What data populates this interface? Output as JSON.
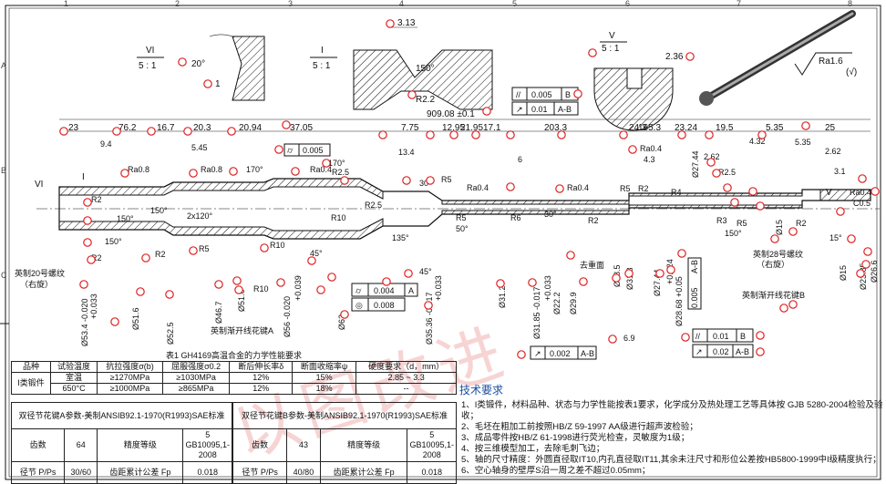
{
  "grid": {
    "columns": [
      "1",
      "2",
      "3",
      "4",
      "5",
      "6",
      "7",
      "8"
    ],
    "rows": [
      "A",
      "B",
      "C"
    ]
  },
  "views": [
    {
      "id": "VI",
      "label": "VI",
      "scale": "5 : 1"
    },
    {
      "id": "I",
      "label": "I",
      "scale": "5 : 1"
    },
    {
      "id": "V",
      "label": "V",
      "scale": "5 : 1"
    }
  ],
  "view_details": {
    "vi_angle": "20°",
    "vi_dim": "1",
    "i_width": "3.13",
    "i_angle": "150°",
    "i_radius": "R2.2",
    "v_dim": "2.36",
    "overall_length": "909.08 ±0.1"
  },
  "roughness": "Ra1.6",
  "tolerance_frames": [
    {
      "symbol": "//",
      "value": "0.005",
      "datum": "B"
    },
    {
      "symbol": "↗",
      "value": "0.01",
      "datum": "A-B"
    },
    {
      "symbol": "⌭",
      "value": "0.005",
      "datum": ""
    },
    {
      "symbol": "⌭",
      "value": "0.004",
      "datum": "A"
    },
    {
      "symbol": "◎",
      "value": "0.008",
      "datum": ""
    },
    {
      "symbol": "↗",
      "value": "0.002",
      "datum": "A-B"
    },
    {
      "symbol": "//",
      "value": "0.01",
      "datum": "B"
    },
    {
      "symbol": "↗",
      "value": "0.02",
      "datum": "A-B"
    },
    {
      "symbol": "◎",
      "value": "0.005",
      "datum": "A-B"
    }
  ],
  "top_dims": [
    "23",
    "76.2",
    "16.7",
    "20.3",
    "20.94",
    "37.05",
    "7.75",
    "12.95",
    "21.95",
    "17.1",
    "203.3",
    "24.3",
    "165.3",
    "23.24",
    "19.5",
    "5.35",
    "25"
  ],
  "second_dims": [
    "9.4",
    "5.45",
    "13.4",
    "6",
    "4.32",
    "5.35",
    "2.62",
    "2.62",
    "3.1",
    "4.3"
  ],
  "part_labels": {
    "r10": "R10",
    "r5": "R5",
    "r2": "R2",
    "r2_5": "R2.5",
    "r6": "R6",
    "r3": "R3",
    "r4": "R4",
    "r0_4": "Ra0.4",
    "r0_8": "Ra0.8",
    "a150": "150°",
    "a2x120": "2x120°",
    "a170": "170°",
    "a135": "135°",
    "a45": "45°",
    "a30": "30°",
    "a50": "50°",
    "a15": "15°",
    "vi_mark": "VI",
    "i_mark": "I",
    "v_mark": "V",
    "thread20": "英制20号螺纹",
    "thread20_dir": "（右旋）",
    "thread28": "英制28号螺纹",
    "thread28_dir": "（右旋）",
    "splineA": "英制渐开线花键A",
    "splineB": "英制渐开线花键B",
    "end_face": "去重面",
    "chamfer": "C0.5",
    "len_69": "6.9",
    "dia1": "Ø53.4 -0.020",
    "dia1_tol": "+0.033",
    "dia2": "Ø51.6",
    "dia3": "Ø52.5",
    "dia4": "Ø46.7",
    "dia5": "Ø51.6",
    "dia6": "Ø56 -0.020",
    "dia6_tol": "+0.039",
    "dia7": "Ø62",
    "dia8": "Ø35.36 -0.017",
    "dia8_tol": "+0.033",
    "dia9": "Ø31.2",
    "dia10": "Ø31.85 -0.017",
    "dia10_tol": "+0.033",
    "dia11": "Ø22.2",
    "dia12": "Ø29.9",
    "dia13": "Ø28.5",
    "dia14": "Ø31.8",
    "dia15": "Ø27.44",
    "dia16": "Ø27.44",
    "dia17": "Ø28.68 +0.05",
    "dia17_tol": "+0.024",
    "dia18": "Ø15",
    "dia19": "Ø23.85",
    "dia20": "Ø26.6",
    "dia21": "Ø15"
  },
  "material_table": {
    "title": "表1 GH4169高温合金的力学性能要求",
    "headers": [
      "品种",
      "试验温度",
      "抗拉强度σ(b)",
      "屈服强度σ0.2",
      "断后伸长率δ",
      "断面收缩率ψ",
      "硬度要求（d，mm）"
    ],
    "category": "I类锻件",
    "rows": [
      [
        "室温",
        "≥1270MPa",
        "≥1030MPa",
        "12%",
        "15%",
        "2.85 ~ 3.3"
      ],
      [
        "650°C",
        "≥1000MPa",
        "≥865MPa",
        "12%",
        "18%",
        "--"
      ]
    ]
  },
  "spline_tables": [
    {
      "title": "双径节花键A参数-美制ANSIB92.1-1970(R1993)SAE标准",
      "rows": [
        [
          "齿数",
          "64",
          "精度等级",
          "5 GB10095,1-2008"
        ],
        [
          "径节 P/Ps",
          "30/60",
          "齿距累计公差 Fp",
          "0.018"
        ]
      ]
    },
    {
      "title": "双径节花键B参数-美制ANSIB92.1-1970(R1993)SAE标准",
      "rows": [
        [
          "齿数",
          "43",
          "精度等级",
          "5 GB10095,1-2008"
        ],
        [
          "径节 P/Ps",
          "40/80",
          "齿距累计公差 Fp",
          "0.018"
        ]
      ]
    }
  ],
  "notes": {
    "heading": "技术要求",
    "items": [
      "1、I类锻件，材料品种、状态与力学性能按表1要求，化学成分及热处理工艺等具体按 GJB 5280-2004检验及验收；",
      "2、毛坯在粗加工前按照HB/Z 59-1997 AA级进行超声波检验；",
      "3、成品零件按HB/Z 61-1998进行荧光检查，灵敏度为1级；",
      "4、按三维模型加工，去除毛刺飞边；",
      "5、轴的尺寸精度：外圆直径取IT10,内孔直径取IT11,其余未注尺寸和形位公差按HB5800-1999中I级精度执行；",
      "6、空心轴身的壁厚S沿一周之差不超过0.05mm；"
    ]
  },
  "watermark": "以图改进",
  "colors": {
    "bubble": "#d22",
    "ink": "#111",
    "heading": "#1a4fa0"
  }
}
